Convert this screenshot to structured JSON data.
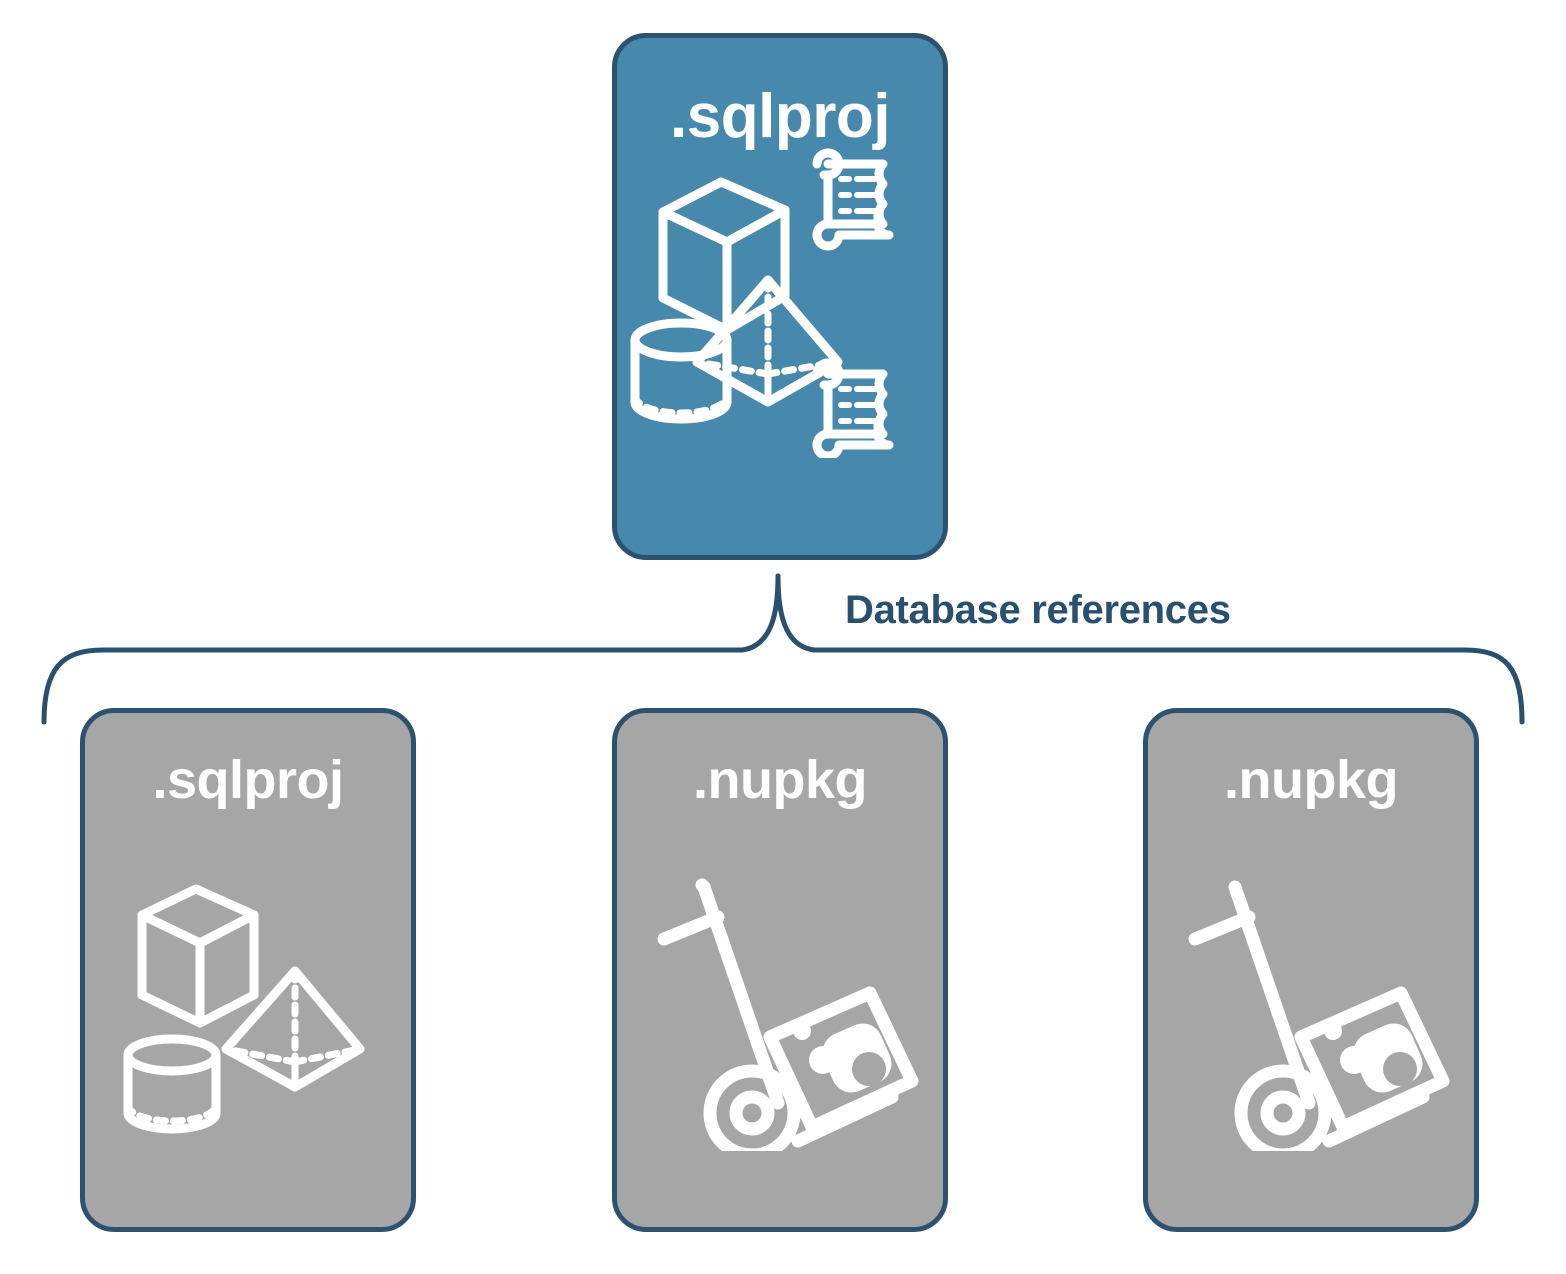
{
  "diagram": {
    "title_text": "Database references",
    "colors": {
      "accent_blue": "#4789ad",
      "card_gray": "#a6a6a6",
      "outline_navy": "#2d5270",
      "label_navy": "#2a5070",
      "icon_white": "#ffffff",
      "background": "#ffffff"
    },
    "top_node": {
      "label": ".sqlproj",
      "fill": "#4789ad",
      "icons": [
        "cube-icon",
        "pyramid-icon",
        "cylinder-icon",
        "script-scroll-icon",
        "script-scroll-icon"
      ]
    },
    "brace": {
      "label": "Database references",
      "orientation": "down",
      "branch_count": 3
    },
    "referenced_nodes": [
      {
        "label": ".sqlproj",
        "fill": "#a6a6a6",
        "icons": [
          "cube-icon",
          "pyramid-icon",
          "cylinder-icon"
        ]
      },
      {
        "label": ".nupkg",
        "fill": "#a6a6a6",
        "icons": [
          "hand-truck-package-icon"
        ]
      },
      {
        "label": ".nupkg",
        "fill": "#a6a6a6",
        "icons": [
          "hand-truck-package-icon"
        ]
      }
    ]
  }
}
